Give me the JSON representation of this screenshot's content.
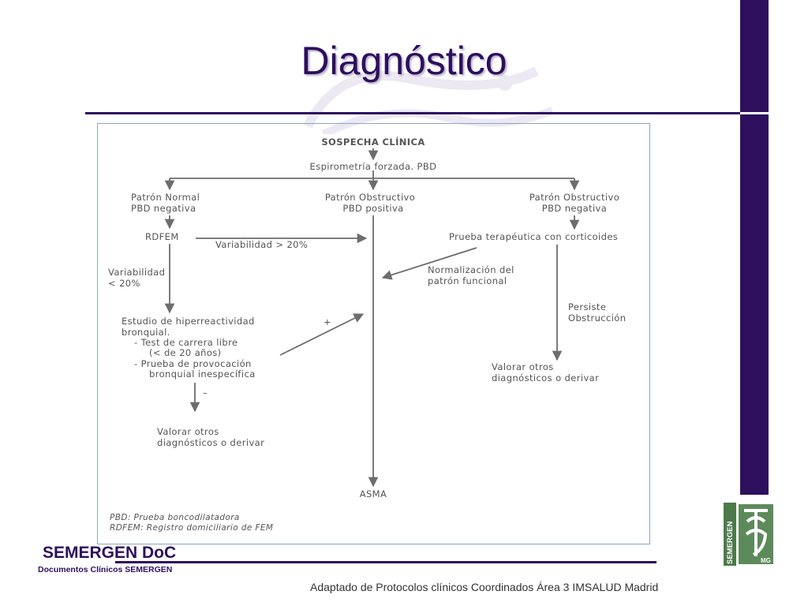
{
  "title": "Diagnóstico",
  "flowchart": {
    "start": "SOSPECHA CLÍNICA",
    "step1": "Espirometría forzada. PBD",
    "branch_left": [
      "Patrón Normal",
      "PBD negativa"
    ],
    "branch_center": [
      "Patrón Obstructivo",
      "PBD positiva"
    ],
    "branch_right": [
      "Patrón Obstructivo",
      "PBD negativa"
    ],
    "rdfem": "RDFEM",
    "variabilidad_high": "Variabilidad > 20%",
    "variabilidad_low": [
      "Variabilidad",
      "< 20%"
    ],
    "prueba_terapeutica": "Prueba terapéutica con corticoides",
    "normalizacion": [
      "Normalización del",
      "patrón funcional"
    ],
    "persiste": [
      "Persiste",
      "Obstrucción"
    ],
    "estudio": [
      "Estudio de hiperreactividad",
      "bronquial.",
      "-   Test de carrera libre",
      "(< de 20 años)",
      "-   Prueba de provocación",
      "bronquial inespecífica"
    ],
    "plus_sign": "+",
    "minus_sign": "–",
    "valorar_left": [
      "Valorar otros",
      "diagnósticos o derivar"
    ],
    "valorar_right": [
      "Valorar otros",
      "diagnósticos o derivar"
    ],
    "end": "ASMA",
    "notes": [
      "PBD: Prueba boncodilatadora",
      "RDFEM: Registro domiciliario de FEM"
    ]
  },
  "footer": {
    "brand": "SEMERGEN DoC",
    "brand_sub": "Documentos Clínicos SEMERGEN",
    "source": "Adaptado de Protocolos clínicos Coordinados Área 3 IMSALUD Madrid"
  },
  "logo": {
    "vertical_text": "SEMERGEN",
    "tag": "MG"
  },
  "colors": {
    "accent": "#2e0f5e",
    "line": "#6d6d6d",
    "box_border": "#8aa6c2"
  }
}
